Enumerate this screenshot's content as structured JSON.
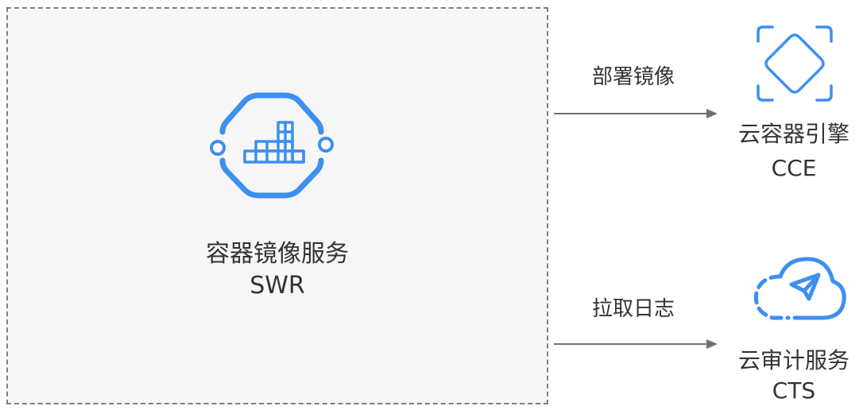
{
  "source": {
    "name": "容器镜像服务",
    "abbr": "SWR",
    "icon": "container-registry-icon"
  },
  "edges": [
    {
      "label": "部署镜像",
      "target_name": "云容器引擎",
      "target_abbr": "CCE",
      "target_icon": "container-engine-icon"
    },
    {
      "label": "拉取日志",
      "target_name": "云审计服务",
      "target_abbr": "CTS",
      "target_icon": "cloud-audit-icon"
    }
  ],
  "colors": {
    "accent_blue": "#3d8ff0",
    "border_gray": "#7f7f7f",
    "arrow_gray": "#707070",
    "box_fill": "#f6f6f6",
    "text": "#333333"
  }
}
